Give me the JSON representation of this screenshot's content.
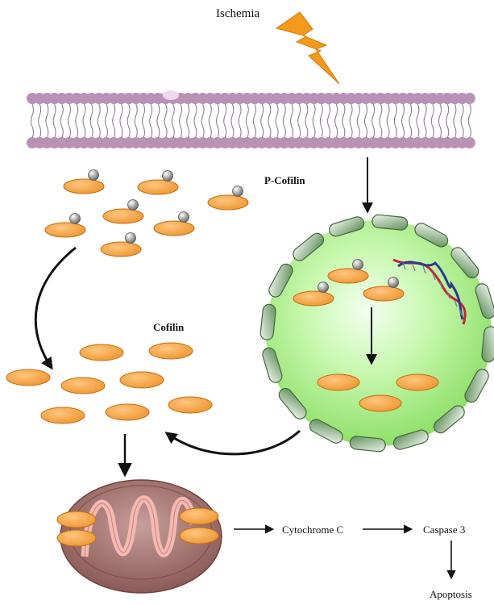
{
  "labels": {
    "ischemia": "Ischemia",
    "p_cofilin": "P-Cofilin",
    "cofilin": "Cofilin",
    "cytochrome_c": "Cytochrome C",
    "caspase_3": "Caspase 3",
    "apoptosis": "Apoptosis"
  },
  "colors": {
    "cofilin_fill": "#f3a13c",
    "cofilin_stroke": "#c46f10",
    "phosphate": "#9a9a9a",
    "membrane": "#b990b6",
    "nucleus_glow": "#b9f59a",
    "nucleus_beads": "#6f9b6a",
    "lightning": "#f39a1d",
    "mitochondrion": "#a06a66",
    "arrow": "#111111"
  },
  "icons": [
    "lightning-bolt-icon",
    "dna-helix-icon",
    "mitochondrion-icon",
    "nucleus-icon",
    "cell-membrane-icon"
  ]
}
